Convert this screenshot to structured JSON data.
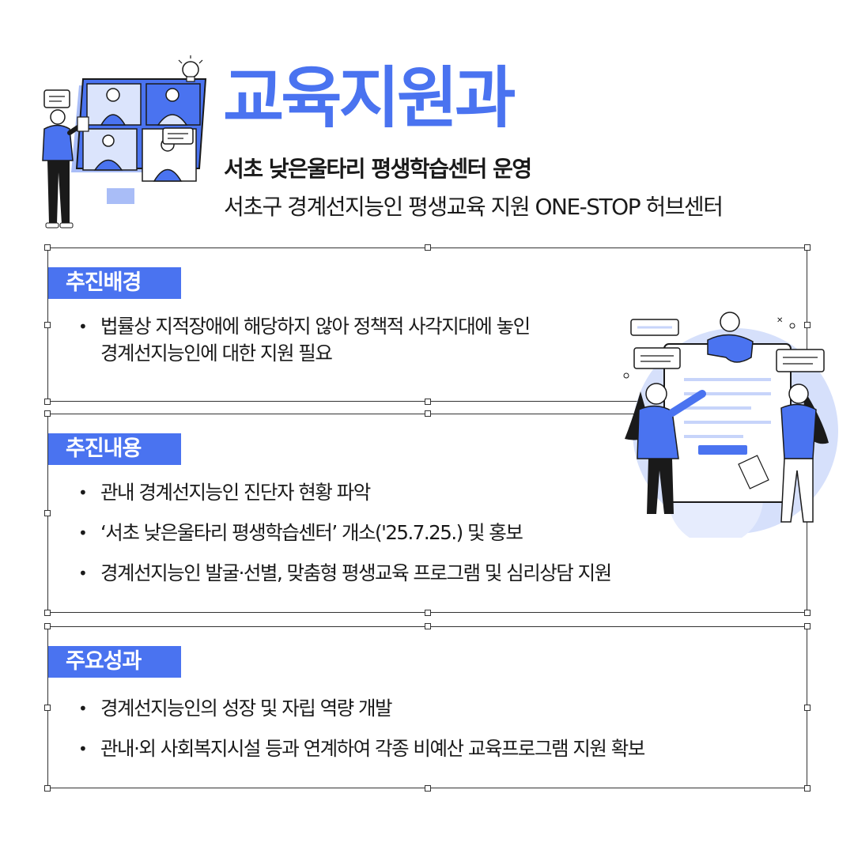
{
  "header": {
    "title": "교육지원과",
    "subtitle_1": "서초 낮은울타리 평생학습센터 운영",
    "subtitle_2": "서초구 경계선지능인 평생교육 지원 ONE-STOP 허브센터"
  },
  "sections": [
    {
      "label": "추진배경",
      "bullets": [
        "법률상 지적장애에 해당하지 않아 정책적 사각지대에 놓인",
        "경계선지능인에 대한 지원 필요"
      ]
    },
    {
      "label": "추진내용",
      "bullets": [
        "관내 경계선지능인 진단자 현황 파악",
        "‘서초 낮은울타리 평생학습센터’ 개소('25.7.25.) 및 홍보",
        "경계선지능인 발굴·선별, 맞춤형 평생교육 프로그램 및 심리상담 지원"
      ]
    },
    {
      "label": "주요성과",
      "bullets": [
        "경계선지능인의 성장 및 자립 역량 개발",
        "관내·외 사회복지시설 등과 연계하여 각종 비예산 교육프로그램 지원 확보"
      ]
    }
  ],
  "colors": {
    "accent": "#4a73f0",
    "light_accent": "#d6e0fb",
    "text": "#1a1a1a"
  },
  "icons": [
    "video-conference-illustration",
    "collaboration-illustration",
    "lightbulb-icon"
  ]
}
